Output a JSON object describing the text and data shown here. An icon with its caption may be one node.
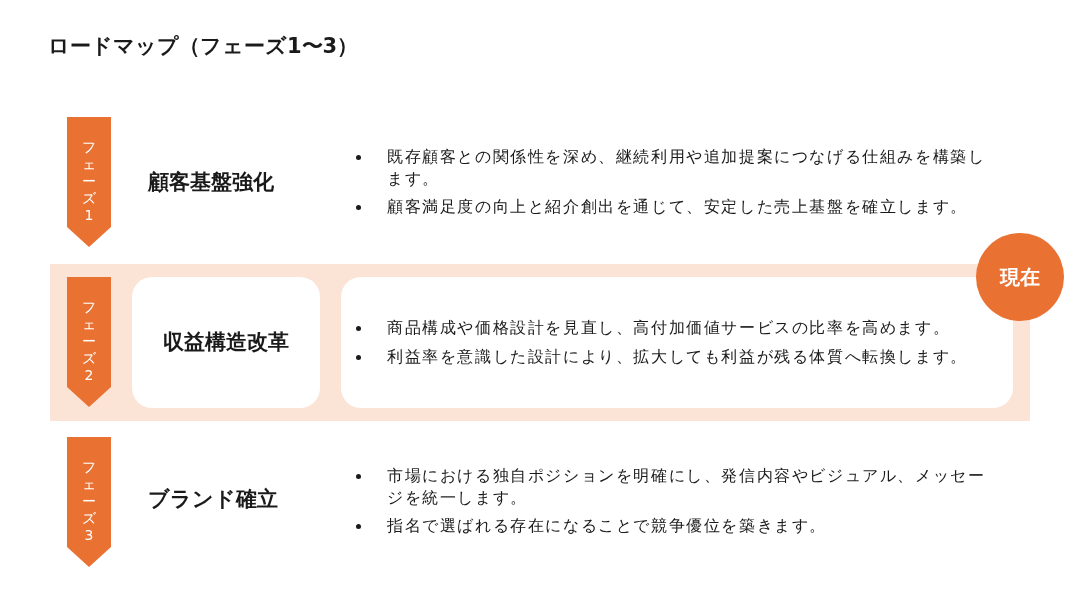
{
  "diagram": {
    "title": "ロードマップ（フェーズ1〜3）",
    "nodes": [
      {
        "text": [
          "フェーズ1"
        ]
      },
      {
        "text": [],
        "shape": "box"
      },
      {
        "text": [
          "フェーズ2"
        ],
        "in": 1
      },
      {
        "text": [
          "収益構造改革"
        ],
        "in": 1
      },
      {
        "text": [
          "商品構成や価格設計を見直し、高付加価値サービスの比率を高めます。",
          "利益率を意識した設計により、拡大しても利益が残る体質へ転換します。"
        ],
        "in": 1
      },
      {
        "text": [
          "現在"
        ]
      },
      {
        "text": [
          "フェーズ3"
        ]
      }
    ],
    "labels": [
      "顧客基盤強化",
      "既存顧客との関係性を深め、継続利用や追加提案につなげる仕組みを構築します。",
      "顧客満足度の向上と紹介創出を通じて、安定した売上基盤を確立します。",
      "ブランド確立",
      "市場における独自ポジションを明確にし、発信内容やビジュアル、メッセージを統一します。",
      "指名で選ばれる存在になることで競争優位を築きます。"
    ]
  }
}
